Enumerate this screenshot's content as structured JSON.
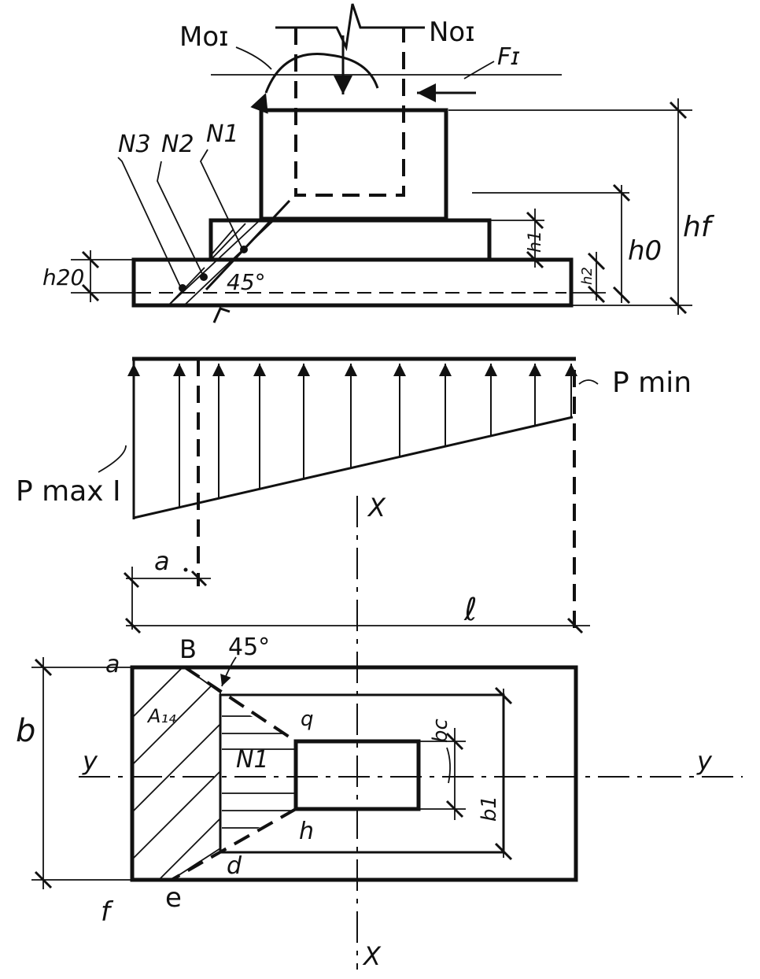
{
  "labels": {
    "moment": "Mօɪ",
    "axial_force": "Nօɪ",
    "horizontal_force": "Fɪ",
    "n3": "N3",
    "n2": "N2",
    "n1": "N1",
    "h_foundation": "hf",
    "h_step1": "h1",
    "h_zero": "h0",
    "h_step2": "h2",
    "h_20": "h20",
    "angle_section": "45°",
    "p_min": "P min",
    "p_max": "P max I",
    "axis_x_top": "X",
    "axis_x_bottom": "X",
    "dim_a": "a",
    "dim_l": "ℓ",
    "point_a": "a",
    "point_b": "B",
    "angle_plan": "45°",
    "dim_b": "b",
    "area_label": "A₁₄",
    "point_q": "q",
    "plan_n1": "N1",
    "axis_y_left": "y",
    "axis_y_right": "y",
    "dim_bc": "bc",
    "dim_b1": "b1",
    "point_h": "h",
    "point_d": "d",
    "point_f": "f",
    "point_e": "e"
  }
}
